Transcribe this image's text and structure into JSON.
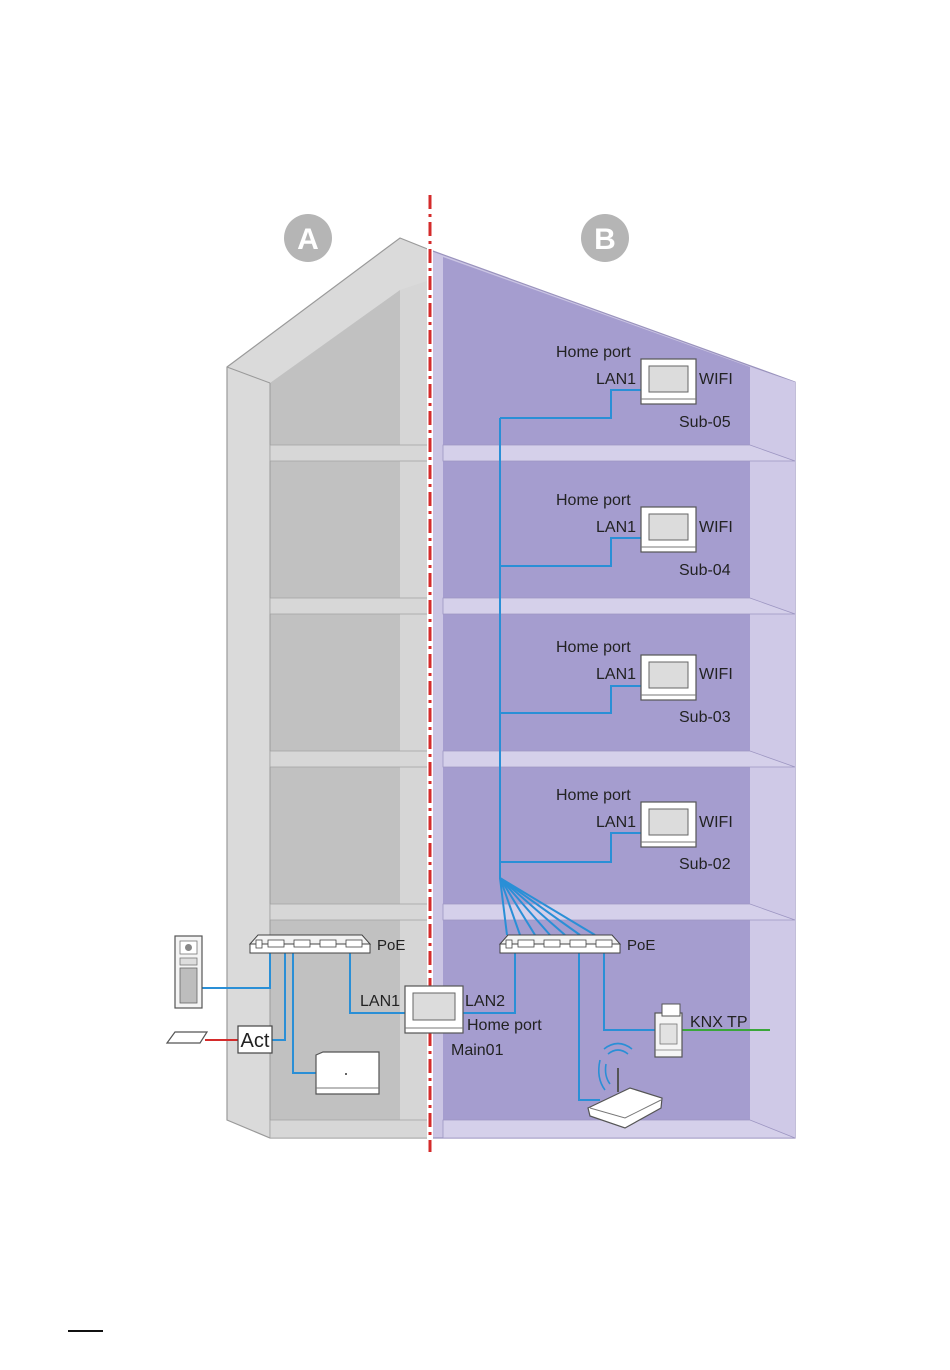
{
  "zones": {
    "a": "A",
    "b": "B"
  },
  "floors": [
    {
      "home_port": "Home port",
      "lan": "LAN1",
      "wifi": "WIFI",
      "name": "Sub-05"
    },
    {
      "home_port": "Home port",
      "lan": "LAN1",
      "wifi": "WIFI",
      "name": "Sub-04"
    },
    {
      "home_port": "Home port",
      "lan": "LAN1",
      "wifi": "WIFI",
      "name": "Sub-03"
    },
    {
      "home_port": "Home port",
      "lan": "LAN1",
      "wifi": "WIFI",
      "name": "Sub-02"
    }
  ],
  "ground": {
    "poe_left": "PoE",
    "poe_right": "PoE",
    "main_lan1": "LAN1",
    "main_lan2": "LAN2",
    "main_home_port": "Home port",
    "main_name": "Main01",
    "actuator": "Act",
    "knx": "KNX TP"
  },
  "colors": {
    "cable": "#2a8fd6",
    "red_line": "#d42b2b",
    "knx_line": "#3aa63a",
    "zone_b_fill": "#a49ccf",
    "zone_b_light": "#cdc7e6",
    "wall_gray": "#d3d3d3",
    "room_gray": "#bfbfbf",
    "zone_letter_circle": "#b5b5b5"
  },
  "icons": [
    "door-station-icon",
    "actuator-icon",
    "keycard-reader-icon",
    "router-icon",
    "knx-module-icon",
    "indoor-monitor-icon",
    "poe-switch-icon"
  ]
}
